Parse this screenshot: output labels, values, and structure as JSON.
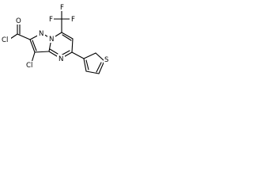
{
  "molecule": {
    "atoms": {
      "cl_acyl": "Cl",
      "o_carbonyl": "O",
      "n1": "N",
      "n2": "N",
      "n_ring": "N",
      "cl_ring": "Cl",
      "f_top": "F",
      "f_left": "F",
      "f_right": "F",
      "s_thiophene": "S"
    }
  }
}
